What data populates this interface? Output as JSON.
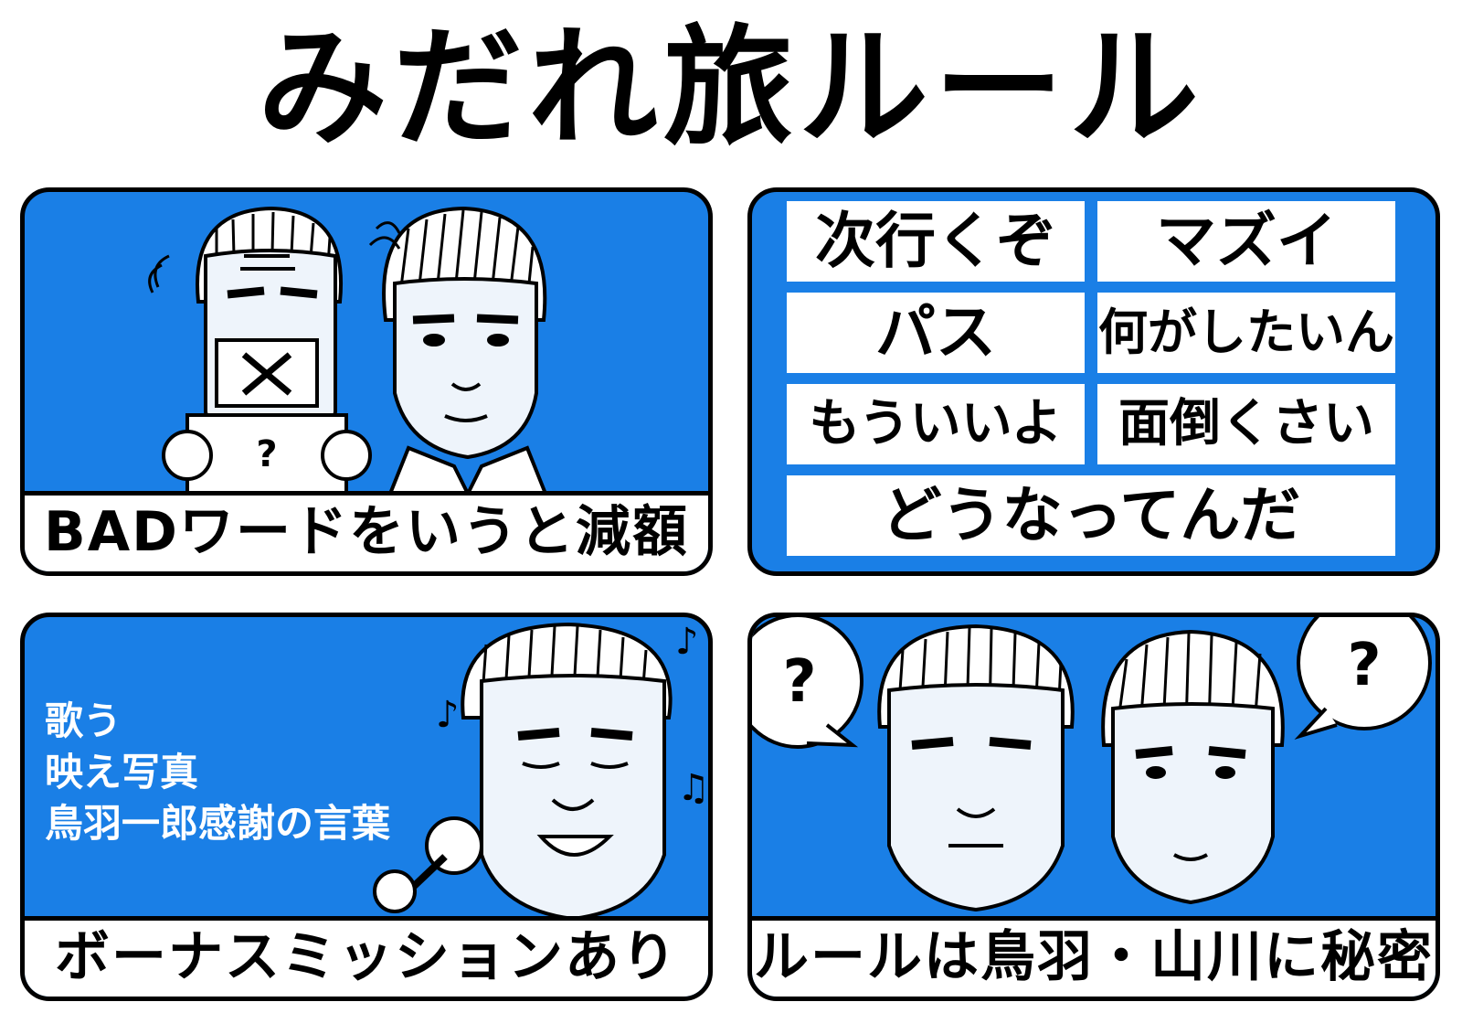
{
  "title": "みだれ旅ルール",
  "panel1": {
    "caption": "BADワードをいうと減額",
    "sign_text": "?"
  },
  "panel2": {
    "words": [
      "次行くぞ",
      "マズイ",
      "パス",
      "何がしたいんだ",
      "もういいよ",
      "面倒くさい",
      "どうなってんだ"
    ]
  },
  "panel3": {
    "bonus_lines": [
      "歌う",
      "映え写真",
      "鳥羽一郎感謝の言葉"
    ],
    "caption": "ボーナスミッションあり"
  },
  "panel4": {
    "bubble_left": "?",
    "bubble_right": "?",
    "caption": "ルールは鳥羽・山川に秘密"
  },
  "colors": {
    "panel_blue": "#1a7fe6",
    "face_fill": "#eef4fb",
    "ink": "#000000"
  }
}
